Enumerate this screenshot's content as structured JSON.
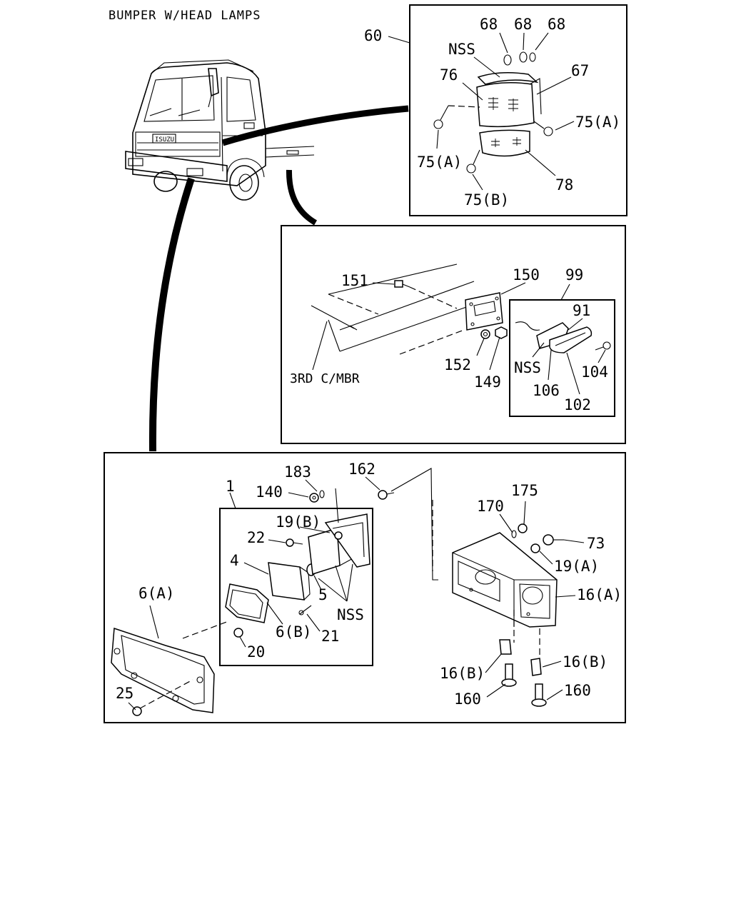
{
  "title": "BUMPER W/HEAD LAMPS",
  "panel_top_right": {
    "assembly": "60",
    "parts": [
      "68",
      "68",
      "68",
      "NSS",
      "76",
      "67",
      "75(A)",
      "75(A)",
      "78",
      "75(B)"
    ]
  },
  "panel_middle": {
    "member": "3RD C/MBR",
    "parts": [
      "151",
      "150",
      "99",
      "91",
      "NSS",
      "104",
      "106",
      "102",
      "152",
      "149"
    ]
  },
  "panel_bottom": {
    "parts_left": [
      "183",
      "162",
      "1",
      "140",
      "19(B)",
      "22",
      "4",
      "5",
      "NSS",
      "6(A)",
      "6(B)",
      "21",
      "20",
      "25"
    ],
    "parts_right": [
      "175",
      "170",
      "73",
      "19(A)",
      "16(A)",
      "16(B)",
      "16(B)",
      "160",
      "160"
    ]
  }
}
